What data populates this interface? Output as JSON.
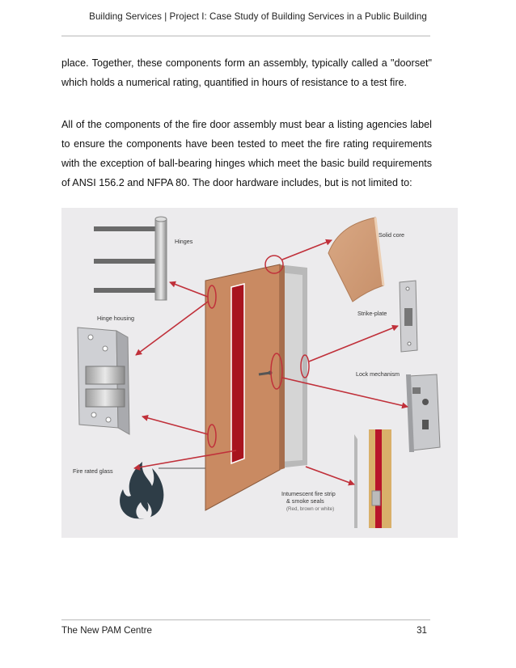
{
  "header": {
    "title": "Building Services | Project I: Case Study of Building Services in a Public Building"
  },
  "paragraphs": [
    "place. Together, these components form an assembly, typically called a \"doorset\" which holds a numerical rating, quantified in hours of resistance to a test fire.",
    "All of the components of the fire door assembly must bear a listing agencies label to ensure the components have been tested to meet the fire rating requirements with the exception of ball-bearing hinges which meet the basic build requirements of ANSI 156.2 and NFPA 80. The door hardware includes, but is not limited to:"
  ],
  "figure": {
    "labels": {
      "hinges": "Hinges",
      "hinge_housing": "Hinge housing",
      "fire_rated_glass": "Fire rated glass",
      "solid_core": "Solid core",
      "strike_plate": "Strike-plate",
      "lock_mechanism": "Lock mechanism",
      "intumescent_line1": "Intumescent fire strip",
      "intumescent_line2": "& smoke seals",
      "intumescent_line3": "(Red, brown or white)"
    },
    "colors": {
      "arrow": "#c0303a",
      "door": "#c98a62",
      "glass": "#a8141e",
      "frame": "#a8a8a8"
    }
  },
  "footer": {
    "left": "The New PAM Centre",
    "page_number": "31"
  }
}
